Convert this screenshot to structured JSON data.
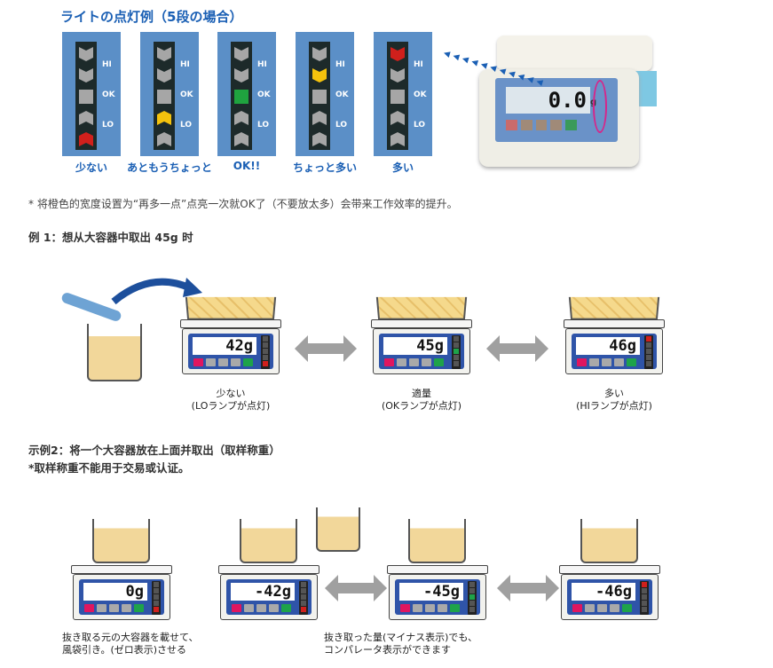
{
  "header": {
    "title": "ライトの点灯例（5段の場合）"
  },
  "lamp_examples": [
    {
      "caption": "少ない",
      "lit": "LO",
      "lit_color": "#d0201c"
    },
    {
      "caption": "あともうちょっと",
      "lit": "LO-1",
      "lit_color": "#f4c20d"
    },
    {
      "caption": "OK!!",
      "lit": "OK",
      "lit_color": "#1fa33f"
    },
    {
      "caption": "ちょっと多い",
      "lit": "HI-1",
      "lit_color": "#f4c20d"
    },
    {
      "caption": "多い",
      "lit": "HI",
      "lit_color": "#d0201c"
    }
  ],
  "lamp_labels": {
    "hi": "HI",
    "ok": "OK",
    "lo": "LO"
  },
  "note": "* 将橙色的宽度设置为“再多一点”点亮一次就OK了（不要放太多）会带来工作效率的提升。",
  "example1": {
    "heading": "例 1：想从大容器中取出 45g 时",
    "scales": [
      {
        "reading": "42",
        "unit": "g",
        "caption1": "少ない",
        "caption2": "(LOランプが点灯)"
      },
      {
        "reading": "45",
        "unit": "g",
        "caption1": "適量",
        "caption2": "(OKランプが点灯)"
      },
      {
        "reading": "46",
        "unit": "g",
        "caption1": "多い",
        "caption2": "(HIランプが点灯)"
      }
    ]
  },
  "example2": {
    "heading": "示例2：将一个大容器放在上面并取出（取样称重）",
    "subnote": "*取样称重不能用于交易或认证。",
    "scales": [
      {
        "reading": "0",
        "unit": "g"
      },
      {
        "reading": "-42",
        "unit": "g"
      },
      {
        "reading": "-45",
        "unit": "g"
      },
      {
        "reading": "-46",
        "unit": "g"
      }
    ],
    "caption_left1": "抜き取る元の大容器を載せて、",
    "caption_left2": "風袋引き。(ゼロ表示)させる",
    "caption_mid1": "抜き取った量(マイナス表示)でも、",
    "caption_mid2": "コンパレータ表示ができます"
  },
  "product": {
    "display_reading": "0.0",
    "unit": "g"
  },
  "colors": {
    "title": "#1a5fb4",
    "panel": "#5b8fc7",
    "lamp_off": "#a6a6a6",
    "display": "#2f54a8",
    "arrow": "#a0a0a0"
  }
}
